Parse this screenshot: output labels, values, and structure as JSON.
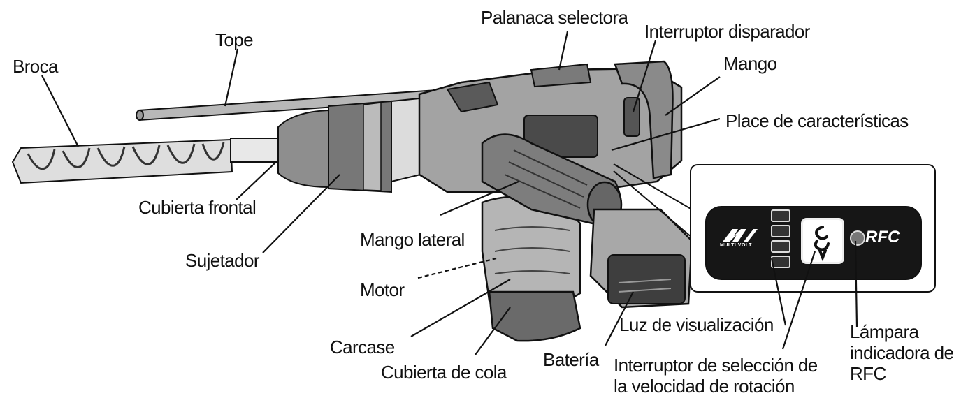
{
  "colors": {
    "ink": "#111111",
    "body_gray": "#9a9a9a",
    "dark_gray": "#555555",
    "light_gray": "#d4d4d4",
    "panel_black": "#161616",
    "white": "#ffffff"
  },
  "labels": {
    "broca": "Broca",
    "tope": "Tope",
    "palanca_selectora": "Palanaca selectora",
    "interruptor_disparador": "Interruptor disparador",
    "mango": "Mango",
    "placa_caracteristicas": "Place de características",
    "cubierta_frontal": "Cubierta frontal",
    "sujetador": "Sujetador",
    "mango_lateral": "Mango lateral",
    "motor": "Motor",
    "carcasa": "Carcase",
    "cubierta_cola": "Cubierta de cola",
    "bateria": "Batería",
    "luz_visualizacion": "Luz de visualización",
    "interruptor_velocidad": [
      "Interruptor de selección de",
      "la velocidad de rotación"
    ],
    "lampara_rfc": [
      "Lámpara",
      "indicadora de",
      "RFC"
    ]
  },
  "panel": {
    "brand_text": "MULTI VOLT",
    "rfc_text": "RFC"
  },
  "icons": [
    "multivolt-logo-icon",
    "rotation-speed-icon",
    "rfc-lamp-icon"
  ]
}
